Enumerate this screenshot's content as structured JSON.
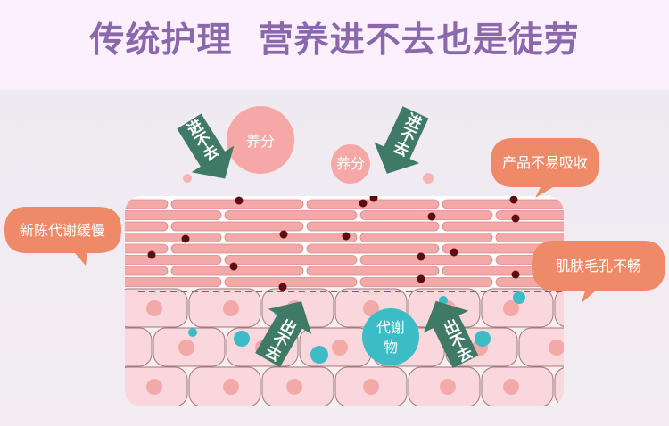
{
  "title": "传统护理  营养进不去也是徒劳",
  "nutrient_bubbles": [
    "养分",
    "养分"
  ],
  "blocked_in_arrows": [
    "进不去",
    "进不去"
  ],
  "blocked_out_arrows": [
    "出不去",
    "出不去"
  ],
  "metabolite_label": [
    "代谢",
    "物"
  ],
  "callouts": {
    "left": "新陈代谢缓慢",
    "top_right": "产品不易吸收",
    "right": "肌肤毛孔不畅"
  },
  "colors": {
    "title": "#8b68ac",
    "callout": "#ee8a68",
    "arrow": "#3f7a67",
    "nutrient": "#f6a6a6",
    "metabolite": "#3cbcc6",
    "impurity": "#5e0c12"
  }
}
